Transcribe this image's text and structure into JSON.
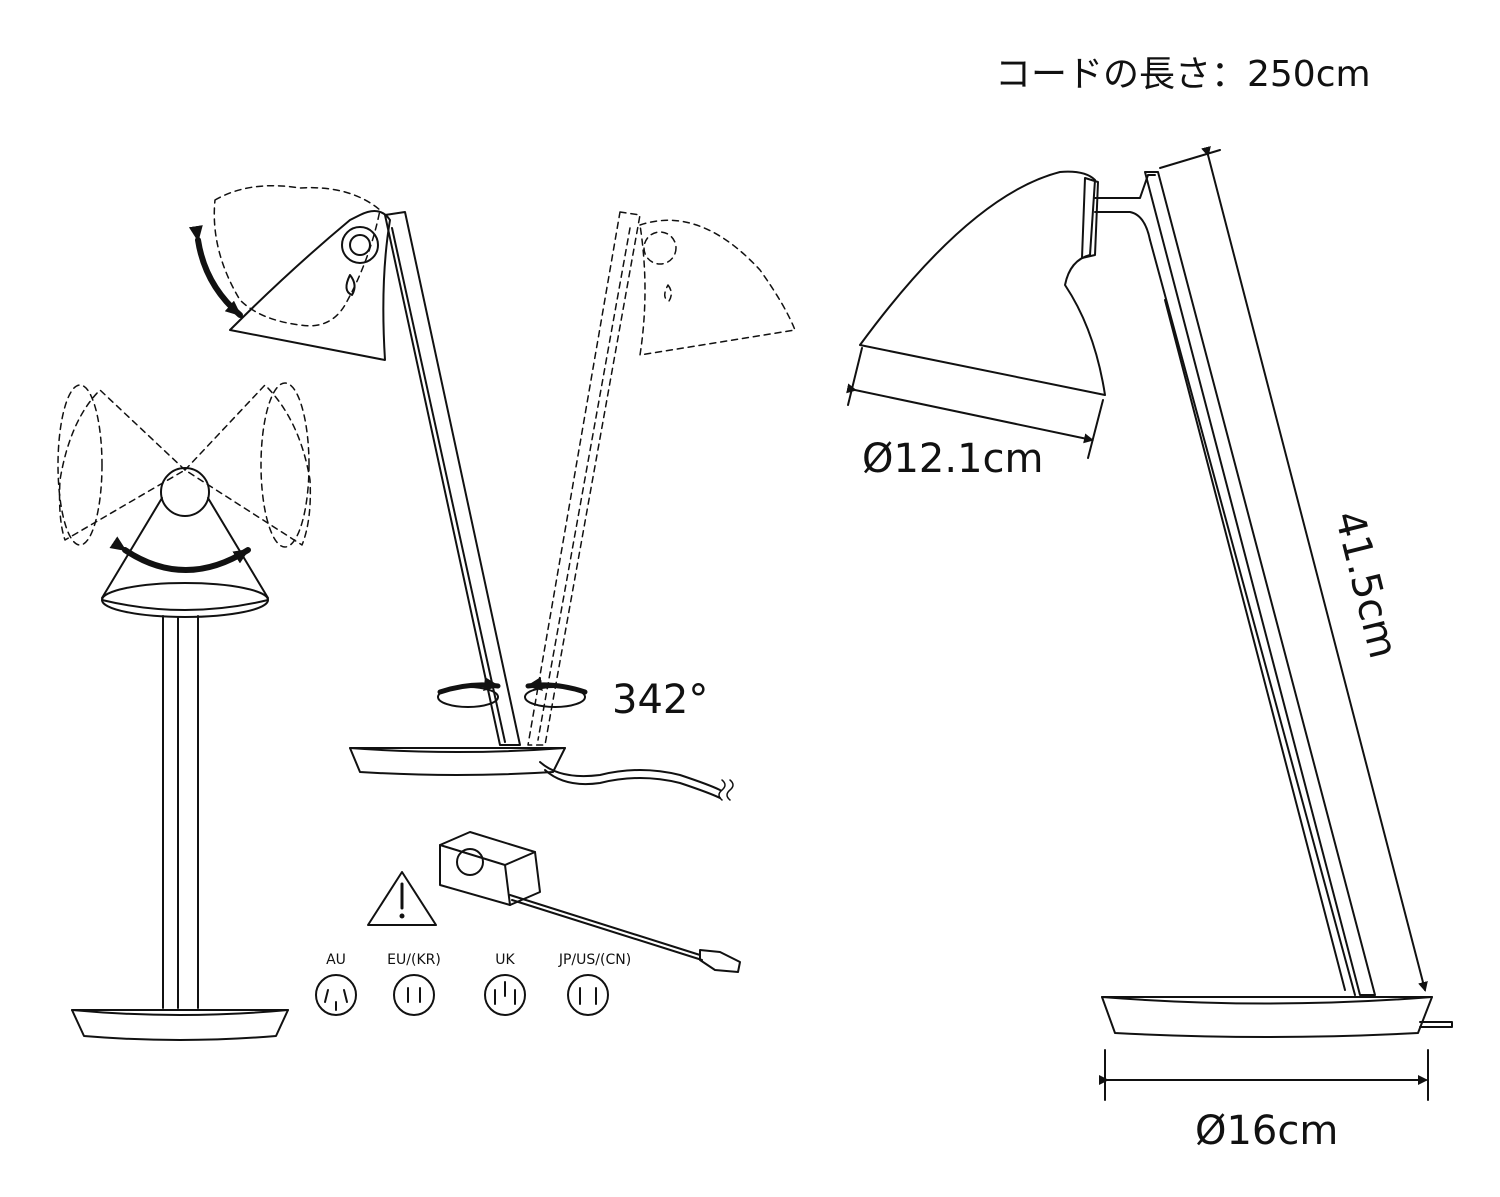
{
  "cord_length": "コードの長さ：250cm",
  "rotation_angle": "342°",
  "shade_diameter": "Ø12.1cm",
  "height": "41.5cm",
  "base_diameter": "Ø16cm",
  "warning_icon": "warning-triangle-icon",
  "plugs": [
    "AU",
    "EU/(KR)",
    "UK",
    "JP/US/(CN)"
  ]
}
